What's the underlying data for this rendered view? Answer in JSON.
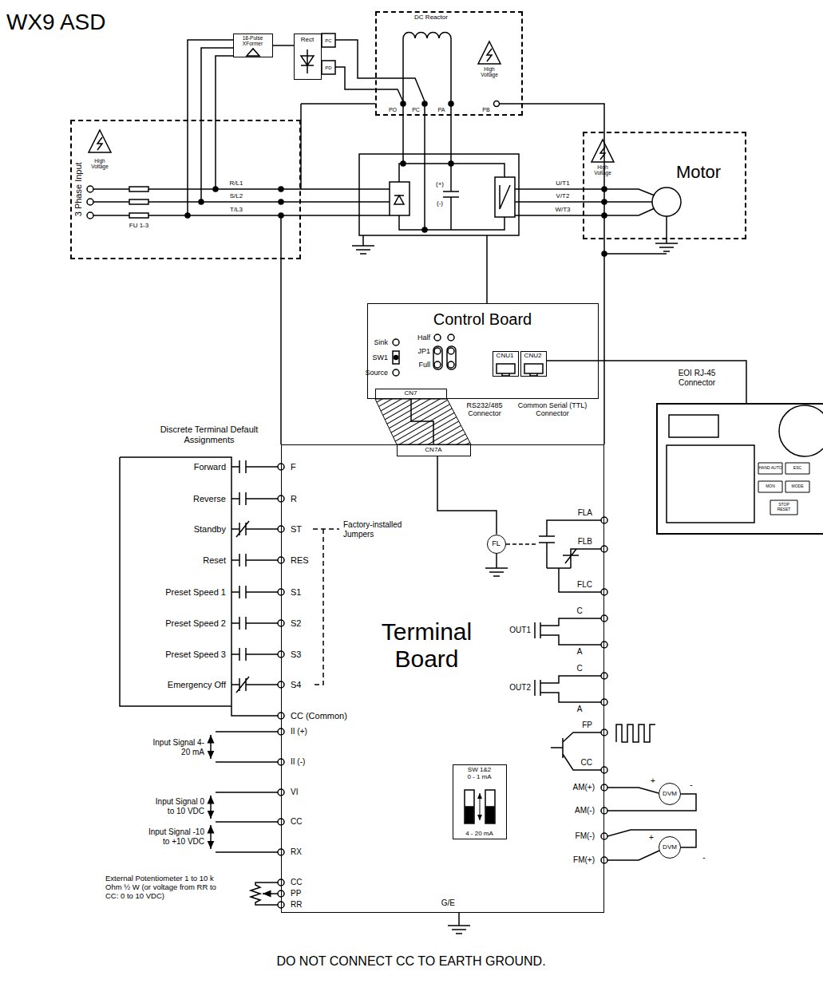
{
  "diagram": {
    "title": "WX9 ASD",
    "caption": "DO NOT CONNECT CC TO EARTH GROUND.",
    "nodes": [
      {
        "text": [
          "3 Phase Input"
        ]
      },
      {
        "text": [
          "18-Pulse XFormer"
        ]
      },
      {
        "text": [
          "Rect"
        ]
      },
      {
        "text": [
          "DC Reactor"
        ]
      },
      {
        "text": [
          "Motor"
        ]
      },
      {
        "text": [
          "Control Board"
        ]
      },
      {
        "text": [
          "CNU1"
        ],
        "in": 5
      },
      {
        "text": [
          "CNU2"
        ],
        "in": 5
      },
      {
        "text": [
          "CN7"
        ],
        "in": 5
      },
      {
        "text": [
          "Terminal Board"
        ]
      },
      {
        "text": [
          "CN7A"
        ],
        "in": 9
      },
      {
        "text": [
          "FL"
        ],
        "in": 9
      },
      {
        "text": [
          "SW 1&2",
          "0 - 1 mA",
          "4 - 20 mA"
        ],
        "in": 9
      },
      {
        "text": [
          "DVM"
        ]
      },
      {
        "text": [
          "DVM"
        ]
      },
      {
        "text": [
          "EOI RJ-45 Connector"
        ]
      }
    ],
    "edges": [
      {
        "from": 1,
        "to": 2,
        "arrow": "none"
      },
      {
        "from": 7,
        "to": 15,
        "arrow": "none"
      },
      {
        "from": 8,
        "to": 10,
        "arrow": "none"
      },
      {
        "from": 10,
        "to": 11,
        "arrow": "none"
      }
    ],
    "labels": [
      "High Voltage",
      "High Voltage",
      "High Voltage",
      "R/L1",
      "S/L2",
      "T/L3",
      "FU 1-3",
      "PC",
      "PD",
      "PO",
      "PC",
      "PA",
      "PB",
      "(+)",
      "(-)",
      "U/T1",
      "V/T2",
      "W/T3",
      "Sink",
      "SW1",
      "Source",
      "Half",
      "JP1",
      "Full",
      "RS232/485 Connector",
      "Common Serial (TTL) Connector",
      "Discrete Terminal Default Assignments",
      "Forward",
      "Reverse",
      "Standby",
      "Reset",
      "Preset Speed 1",
      "Preset Speed 2",
      "Preset Speed 3",
      "Emergency Off",
      "F",
      "R",
      "ST",
      "RES",
      "S1",
      "S2",
      "S3",
      "S4",
      "CC (Common)",
      "Factory-installed Jumpers",
      "II (+)",
      "II (-)",
      "VI",
      "CC",
      "RX",
      "CC",
      "PP",
      "RR",
      "Input Signal 4-20 mA",
      "Input Signal 0 to 10 VDC",
      "Input Signal -10 to +10 VDC",
      "External Potentiometer 1 to 10 k Ohm ½ W (or voltage from RR to CC: 0 to 10 VDC)",
      "FLA",
      "FLB",
      "FLC",
      "OUT1",
      "C",
      "A",
      "OUT2",
      "C",
      "A",
      "FP",
      "CC",
      "AM(+)",
      "AM(-)",
      "FM(-)",
      "FM(+)",
      "+",
      "-",
      "+",
      "-",
      "G/E",
      "HAND AUTO",
      "ESC",
      "MON",
      "MODE",
      "STOP RESET"
    ]
  }
}
